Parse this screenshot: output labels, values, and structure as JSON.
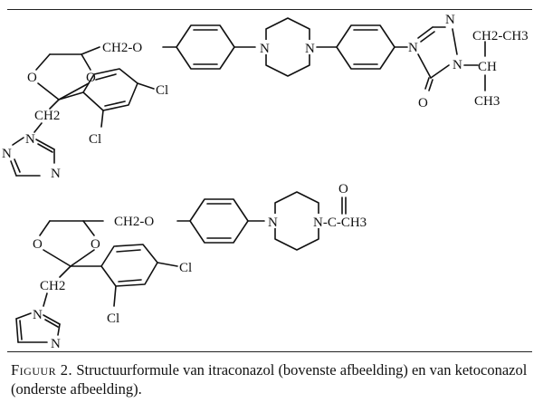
{
  "caption": {
    "label": "Figuur 2.",
    "text": " Structuurformule van itraconazol (bovenste afbeelding) en van ketoconazol (onderste afbeelding)."
  },
  "molecules": {
    "itraconazol": {
      "ch2o": "CH2-O",
      "n_left": "N",
      "n_right": "N",
      "n_tri_top": "N",
      "n_tri_left": "N",
      "n_tri_bottom": "N",
      "propyl_top": "CH2-CH3",
      "ch": "CH",
      "ch3": "CH3",
      "oxo": "O",
      "o_ring_left": "O",
      "o_ring_right": "O",
      "ch2": "CH2",
      "n_link": "N",
      "n_az_left": "N",
      "n_az_right": "N",
      "cl_para": "Cl",
      "cl_ortho": "Cl"
    },
    "ketoconazol": {
      "ch2o": "CH2-O",
      "n_left": "N",
      "n_acyl": "N-C-CH3",
      "carbonyl_o": "O",
      "o_ring_left": "O",
      "o_ring_right": "O",
      "ch2": "CH2",
      "n_link": "N",
      "n_im": "N",
      "cl_para": "Cl",
      "cl_ortho": "Cl"
    }
  }
}
